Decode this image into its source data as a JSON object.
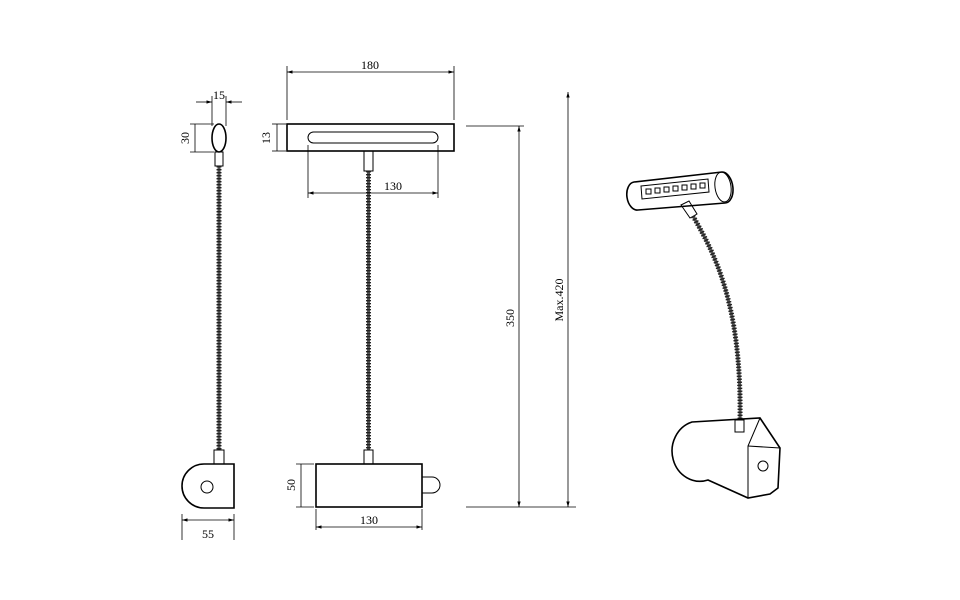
{
  "dimensions": {
    "side_view": {
      "head_depth": "15",
      "head_height": "30",
      "base_depth": "55"
    },
    "front_view": {
      "head_width": "180",
      "head_height": "13",
      "led_strip_width": "130",
      "base_height": "50",
      "base_width": "130",
      "neck_length": "350",
      "max_height": "Max.420"
    }
  }
}
